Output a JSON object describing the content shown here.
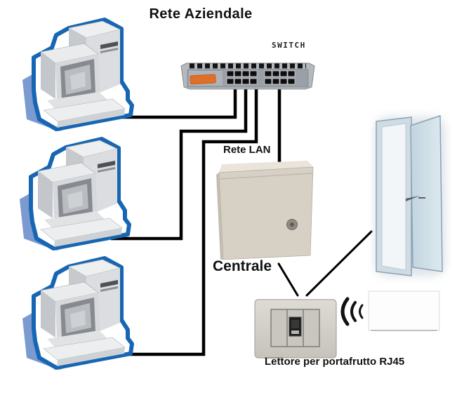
{
  "title": "Rete Aziendale",
  "labels": {
    "switch": "SWITCH",
    "lan": "Rete LAN",
    "centrale": "Centrale",
    "reader": "Lettore per portafrutto RJ45"
  },
  "nodes": [
    {
      "id": "workstation-1",
      "type": "desktop-pc"
    },
    {
      "id": "workstation-2",
      "type": "desktop-pc"
    },
    {
      "id": "workstation-3",
      "type": "desktop-pc"
    },
    {
      "id": "switch",
      "type": "16-port-network-switch",
      "label": "SWITCH"
    },
    {
      "id": "centrale",
      "type": "wall-cabinet",
      "label": "Centrale"
    },
    {
      "id": "rj45-reader",
      "type": "wall-plate-reader",
      "label": "Lettore per portafrutto RJ45"
    },
    {
      "id": "door",
      "type": "open-door"
    },
    {
      "id": "badge-card",
      "type": "contactless-card"
    }
  ],
  "edges": [
    {
      "from": "workstation-1",
      "to": "switch",
      "style": "cable"
    },
    {
      "from": "workstation-2",
      "to": "switch",
      "style": "cable"
    },
    {
      "from": "workstation-3",
      "to": "switch",
      "style": "cable"
    },
    {
      "from": "switch",
      "to": "centrale",
      "style": "cable",
      "label": "Rete LAN"
    },
    {
      "from": "centrale",
      "to": "rj45-reader",
      "style": "pointer-line"
    },
    {
      "from": "door",
      "to": "rj45-reader",
      "style": "pointer-line"
    },
    {
      "from": "badge-card",
      "to": "rj45-reader",
      "style": "radio-waves"
    }
  ],
  "icons": {
    "rfid-waves-icon": "((("
  },
  "colors": {
    "background": "#ffffff",
    "cable": "#000000",
    "pc_outline": "#1766b3",
    "pc_shadow": "#7b9ad0",
    "switch_accent": "#e06f28",
    "cabinet_beige": "#d7d0c5",
    "door_blue": "#c9d9e3",
    "text": "#111111"
  }
}
